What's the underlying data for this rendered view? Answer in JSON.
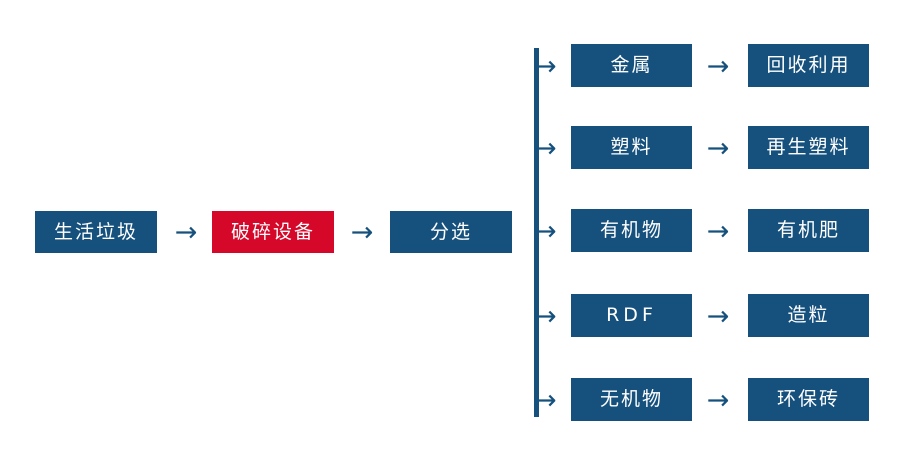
{
  "diagram": {
    "title": "",
    "colors": {
      "primary_blue": "#16517e",
      "highlight_red": "#d5082a",
      "background": "#ffffff",
      "node_text": "#ffffff"
    },
    "arrow_glyph": "→",
    "main_flow": [
      {
        "label": "生活垃圾",
        "color": "blue"
      },
      {
        "label": "破碎设备",
        "color": "red"
      },
      {
        "label": "分选",
        "color": "blue"
      }
    ],
    "branches": [
      {
        "material": "金属",
        "product": "回收利用"
      },
      {
        "material": "塑料",
        "product": "再生塑料"
      },
      {
        "material": "有机物",
        "product": "有机肥"
      },
      {
        "material": "RDF",
        "product": "造粒"
      },
      {
        "material": "无机物",
        "product": "环保砖"
      }
    ]
  }
}
